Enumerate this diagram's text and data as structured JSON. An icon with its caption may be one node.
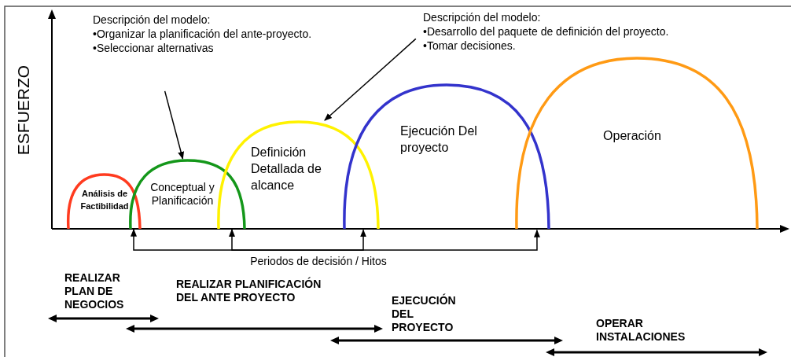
{
  "diagram": {
    "nodes": [
      {
        "text": [
          "Análisis de Factibilidad"
        ]
      },
      {
        "text": [
          "Conceptual y Planificación"
        ]
      },
      {
        "text": [
          "Definición Detallada de alcance"
        ]
      },
      {
        "text": [
          "Ejecución Del proyecto"
        ]
      },
      {
        "text": [
          "Operación"
        ]
      },
      {
        "text": [
          "Descripción del modelo:",
          "•Organizar la planificación del ante-proyecto.",
          "•Seleccionar alternativas"
        ]
      },
      {
        "text": [
          "Descripción del modelo:",
          "•Desarrollo del paquete de definición del proyecto.",
          "•Tomar decisiones."
        ]
      },
      {
        "text": [
          "Periodos de decisión / Hitos"
        ]
      }
    ],
    "edges": [
      {
        "from": 5,
        "to": 1,
        "arrow": "to"
      },
      {
        "from": 6,
        "to": 2,
        "arrow": "to"
      },
      {
        "from": 7,
        "to": 0,
        "arrow": "to"
      },
      {
        "from": 7,
        "to": 1,
        "arrow": "to"
      },
      {
        "from": 7,
        "to": 2,
        "arrow": "to"
      },
      {
        "from": 7,
        "to": 3,
        "arrow": "to"
      }
    ],
    "labels": [
      "ESFUERZO",
      "REALIZAR PLAN DE NEGOCIOS",
      "REALIZAR PLANIFICACIÓN DEL ANTE PROYECTO",
      "EJECUCIÓN DEL PROYECTO",
      "OPERAR INSTALACIONES"
    ]
  }
}
